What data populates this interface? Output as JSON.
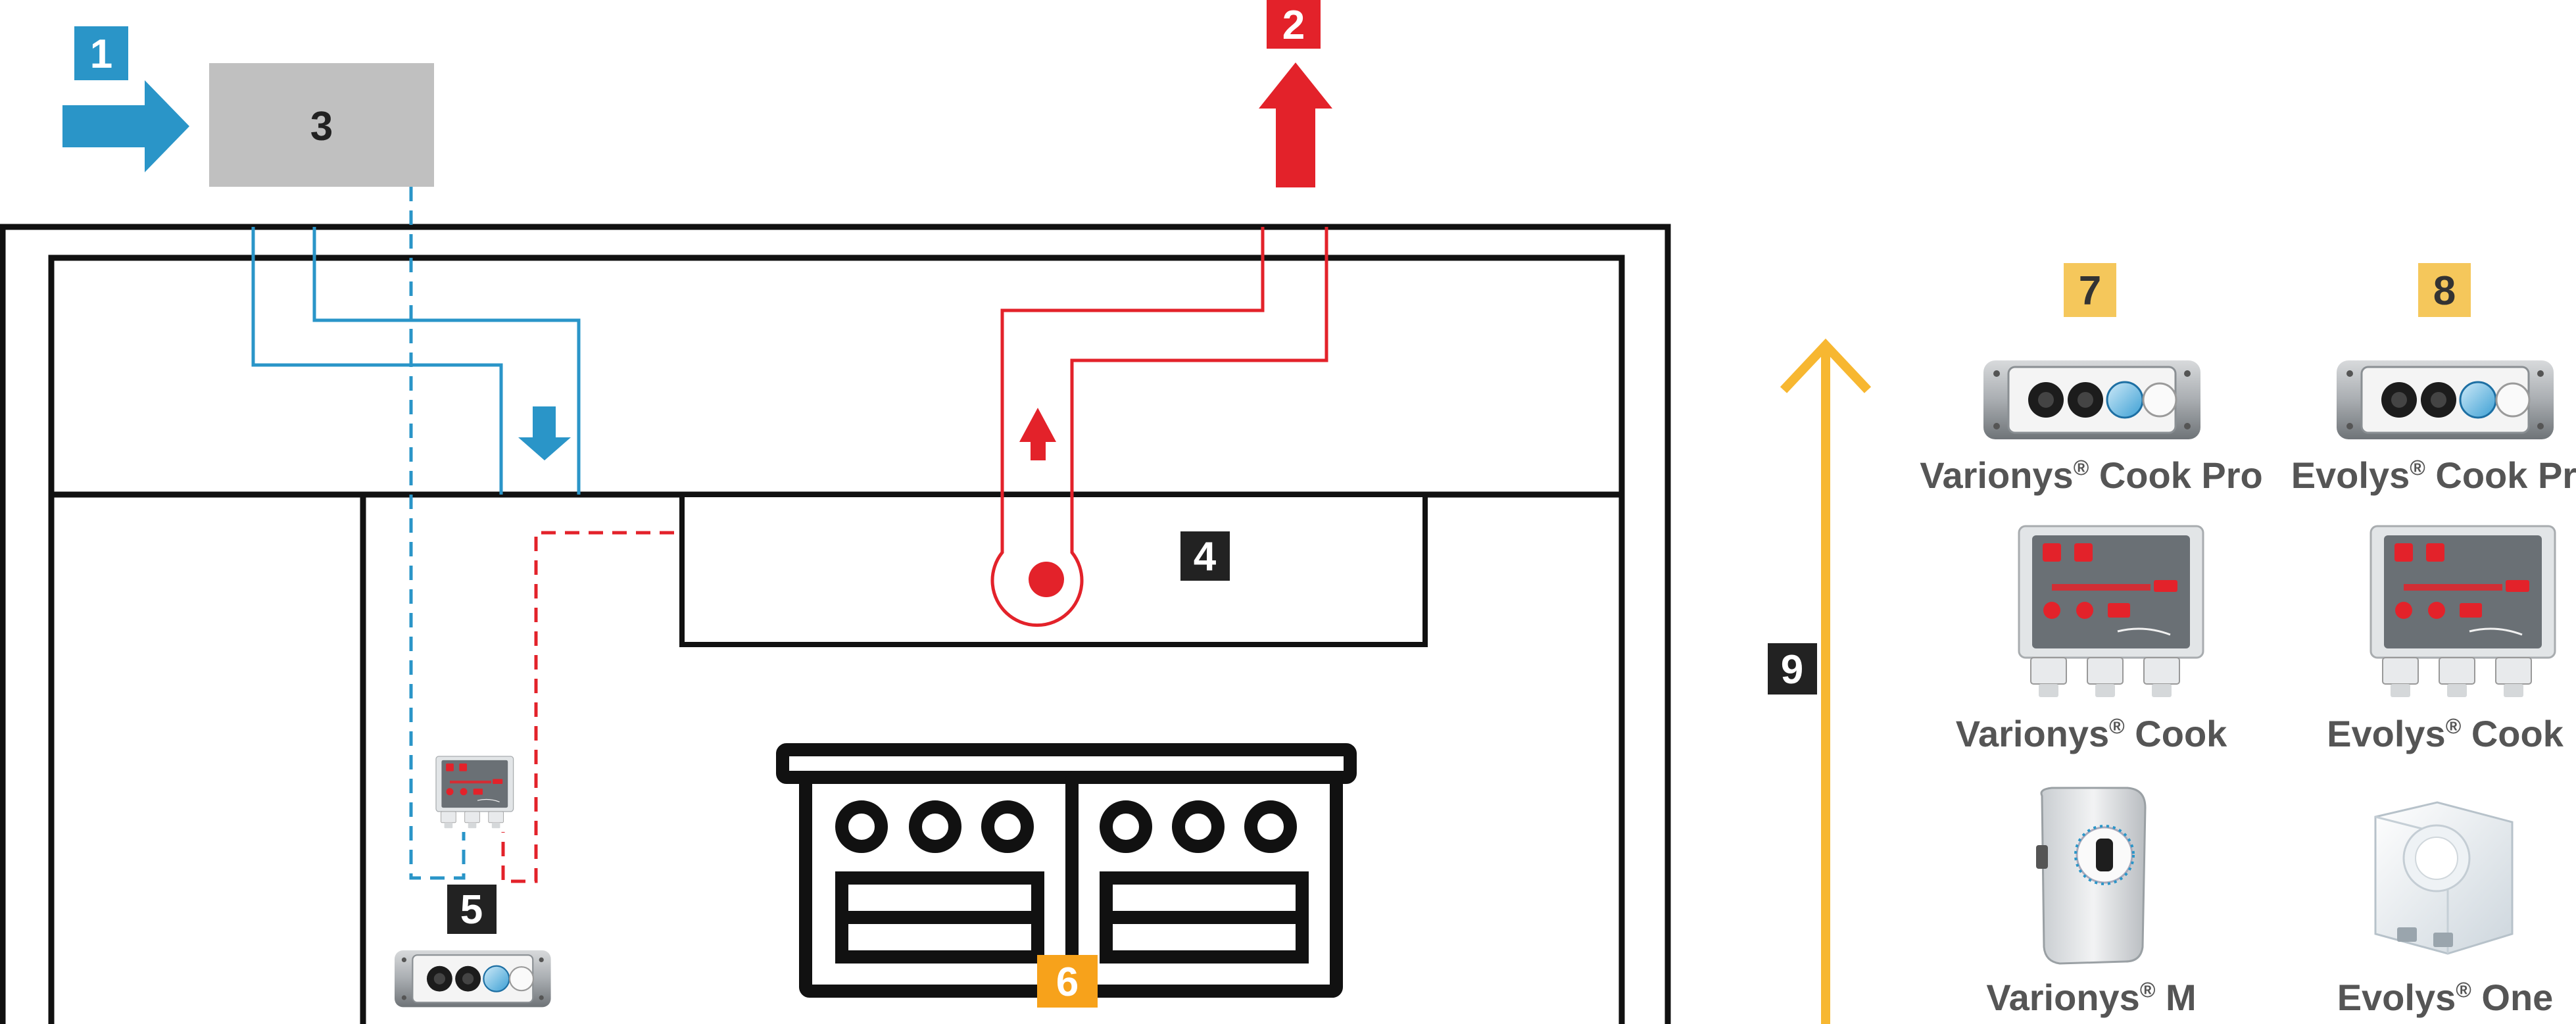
{
  "badges": {
    "b1": "1",
    "b2": "2",
    "b3": "3",
    "b4": "4",
    "b5": "5",
    "b6": "6",
    "b7": "7",
    "b8": "8",
    "b9": "9"
  },
  "products": {
    "varionys_cook_pro": {
      "name": "Varionys",
      "reg": "®",
      "suffix": " Cook Pro"
    },
    "evolys_cook_pro": {
      "name": "Evolys",
      "reg": "®",
      "suffix": " Cook Pro"
    },
    "varionys_cook": {
      "name": "Varionys",
      "reg": "®",
      "suffix": " Cook"
    },
    "evolys_cook": {
      "name": "Evolys",
      "reg": "®",
      "suffix": " Cook"
    },
    "varionys_m": {
      "name": "Varionys",
      "reg": "®",
      "suffix": " M"
    },
    "evolys_one": {
      "name": "Evolys",
      "reg": "®",
      "suffix": " One"
    }
  },
  "colors": {
    "supply_blue": "#2a95c8",
    "extract_red": "#e3222a",
    "accent_yellow": "#f7b731",
    "badge_yellow": "#f5c75b",
    "badge_dark": "#222222",
    "unit_grey": "#c0c0c0",
    "label_grey": "#555555"
  },
  "icons": {
    "supply_air": "arrow-right-icon",
    "exhaust_air": "arrow-up-icon",
    "cooker": "cooking-range-icon",
    "control_panel": "control-panel-icon",
    "controller_box": "controller-box-icon",
    "speed_controller": "speed-controller-icon"
  }
}
